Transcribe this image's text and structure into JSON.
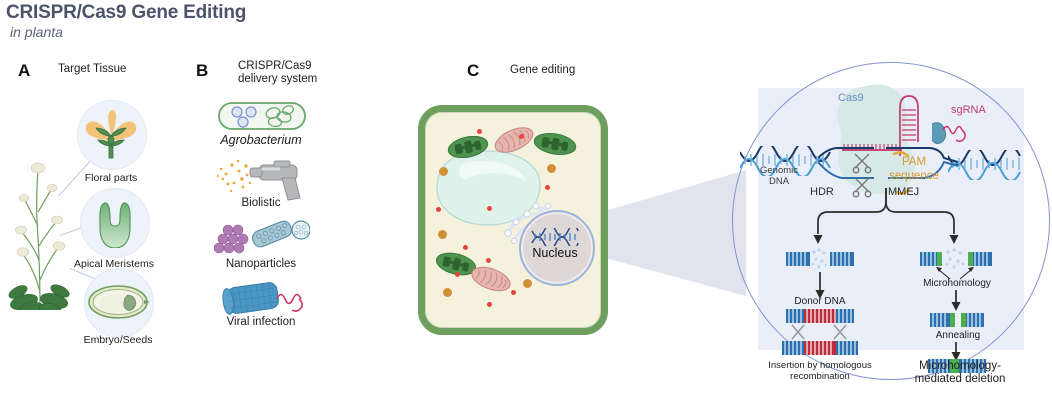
{
  "figure": {
    "title": "CRISPR/Cas9 Gene Editing",
    "subtitle": "in planta"
  },
  "panels": {
    "a": {
      "letter": "A",
      "header": "Target Tissue",
      "items": [
        {
          "label": "Floral parts",
          "icon": "flower-icon"
        },
        {
          "label": "Apical Meristems",
          "icon": "meristem-icon"
        },
        {
          "label": "Embryo/Seeds",
          "icon": "seed-icon"
        }
      ],
      "plant_icon": "arabidopsis-plant-icon"
    },
    "b": {
      "letter": "B",
      "header_line1": "CRISPR/Cas9",
      "header_line2": "delivery system",
      "items": [
        {
          "label": "Agrobacterium",
          "icon": "bacterium-icon",
          "italic": true
        },
        {
          "label": "Biolistic",
          "icon": "gene-gun-icon",
          "italic": false
        },
        {
          "label": "Nanoparticles",
          "icon": "nanoparticle-icon",
          "italic": false
        },
        {
          "label": "Viral infection",
          "icon": "virus-capsid-icon",
          "italic": false
        }
      ]
    },
    "c": {
      "letter": "C",
      "header": "Gene editing",
      "cell": {
        "nucleus_label": "Nucleus",
        "nucleus_dna_icon": "dna-helix-icon",
        "organelles": [
          "chloroplast",
          "mitochondrion",
          "vacuole",
          "vesicle"
        ]
      },
      "inset": {
        "cas9_label": "Cas9",
        "sgrna_label": "sgRNA",
        "pam_label_line1": "PAM",
        "pam_label_line2": "sequence",
        "genomic_dna_line1": "Genomic",
        "genomic_dna_line2": "DNA",
        "scissors_icon": "scissors-icon",
        "branches": [
          {
            "name": "HDR",
            "label": "HDR"
          },
          {
            "name": "MMEJ",
            "label": "MMEJ"
          }
        ],
        "hdr_steps": {
          "donor_label": "Donor DNA",
          "crossover_icon": "crossover-x-icon",
          "outcome_line1": "Insertion by homologous",
          "outcome_line2": "recombination"
        },
        "mmej_steps": {
          "microhomology_label": "Microhomology",
          "annealing_label": "Annealing",
          "outcome_line1": "Microhomology-",
          "outcome_line2": "mediated deletion"
        }
      }
    }
  },
  "colors": {
    "title": "#4b5468",
    "cell_wall": "#6f9f5f",
    "cytoplasm": "#f4f2dd",
    "vacuole": "#e0f2ec",
    "nucleus": "#ddd7d7",
    "circle_border": "#8194cf",
    "inset_bg": "#eaeef8",
    "cas9": "#d5e8e6",
    "sgrna": "#c43a6b",
    "pam": "#d99a2b",
    "dna_dark": "#1a3a6b",
    "dna_light": "#4a9fd4",
    "donor_red": "#b9303a",
    "microhomology_green": "#4caf50",
    "nanoparticle_purple": "#b07ab5",
    "cone": "#d9dde9"
  }
}
